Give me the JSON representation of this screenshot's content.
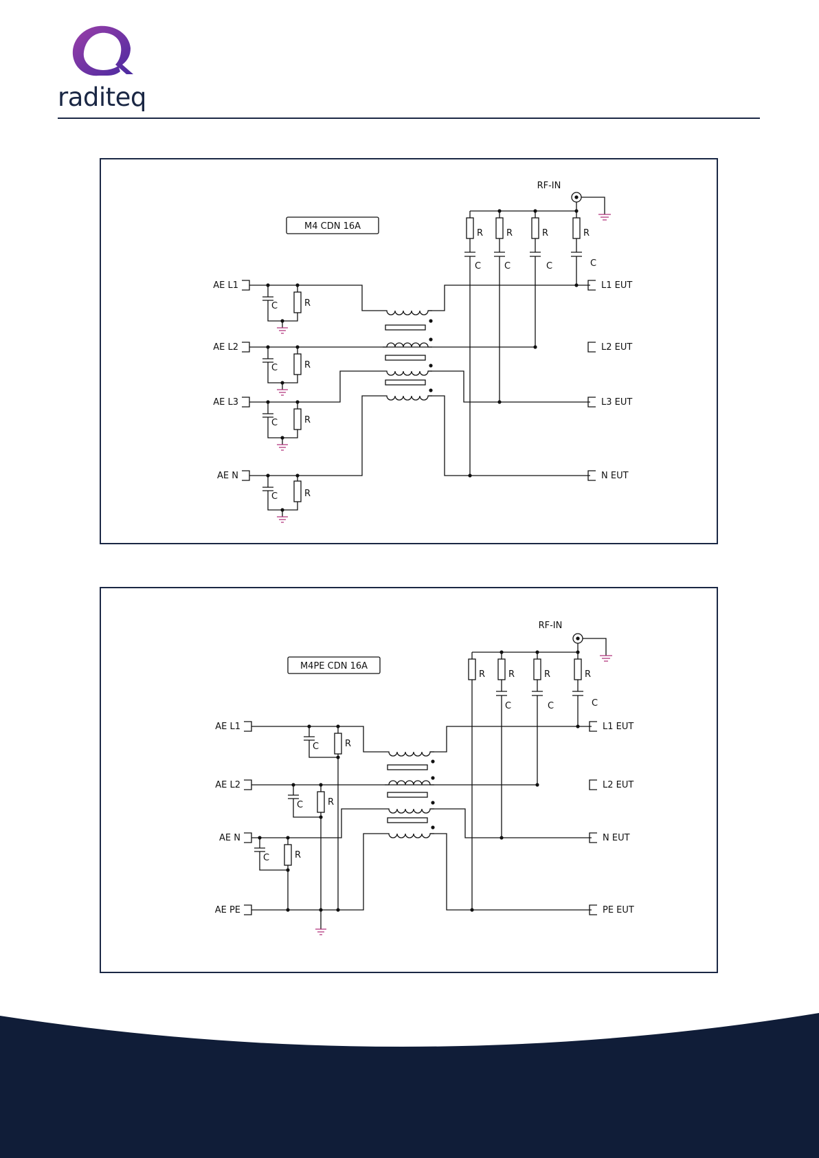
{
  "brand": {
    "name": "raditeq",
    "accent": "#7a2f9f",
    "navy": "#14213d"
  },
  "diagrams": [
    {
      "title": "M4 CDN 16A",
      "rf_in": "RF-IN",
      "inputs": [
        {
          "label": "AE  L1",
          "line": "L1"
        },
        {
          "label": "AE  L2",
          "line": "L2"
        },
        {
          "label": "AE  L3",
          "line": "L3"
        },
        {
          "label": "AE  N",
          "line": "N"
        }
      ],
      "outputs": [
        "L1 EUT",
        "L2 EUT",
        "L3 EUT",
        "N  EUT"
      ],
      "resistor": "R",
      "capacitor": "C"
    },
    {
      "title": "M4PE CDN 16A",
      "rf_in": "RF-IN",
      "inputs": [
        {
          "label": "AE  L1",
          "line": "L1"
        },
        {
          "label": "AE  L2",
          "line": "L2"
        },
        {
          "label": "AE  N",
          "line": "N"
        },
        {
          "label": "AE  PE",
          "line": "PE"
        }
      ],
      "outputs": [
        "L1 EUT",
        "L2 EUT",
        "N  EUT",
        "PE EUT"
      ],
      "resistor": "R",
      "capacitor": "C"
    }
  ]
}
